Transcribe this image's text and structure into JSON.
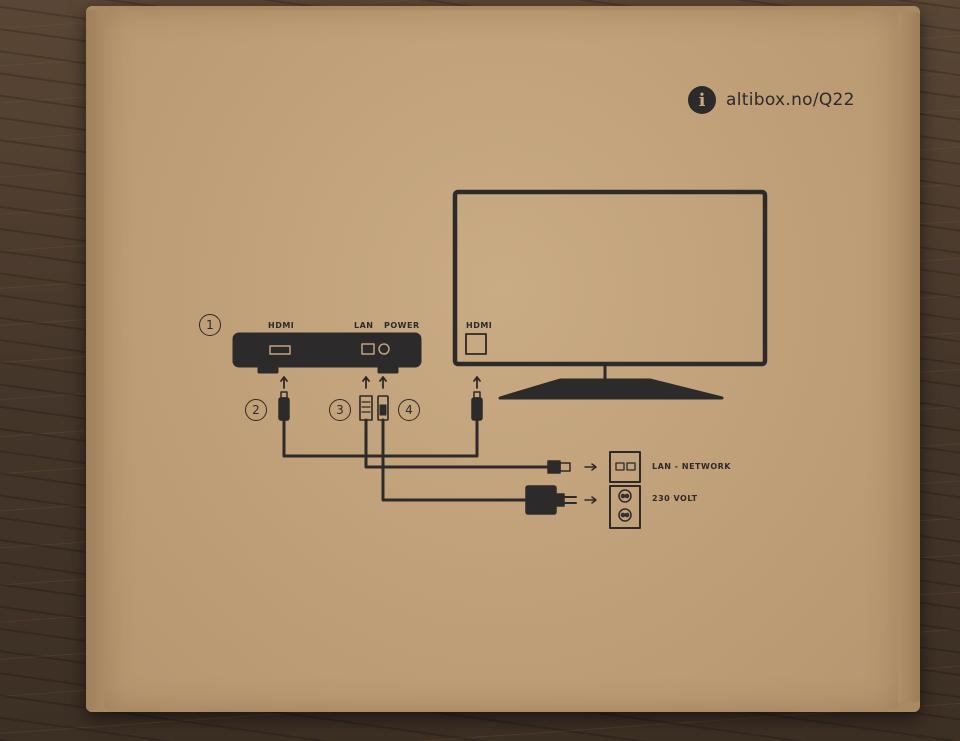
{
  "brand": {
    "url": "altibox.no/Q22",
    "info_symbol": "i"
  },
  "device": {
    "hdmi_label": "HDMI",
    "lan_label": "LAN",
    "power_label": "POWER"
  },
  "tv": {
    "hdmi_label": "HDMI"
  },
  "steps": [
    "1",
    "2",
    "3",
    "4"
  ],
  "outlets": {
    "lan_label": "LAN - NETWORK",
    "power_label": "230 VOLT"
  },
  "colors": {
    "ink": "#2c2a2a",
    "cardboard": "#c2a27a",
    "table": "#4a3a2c"
  }
}
